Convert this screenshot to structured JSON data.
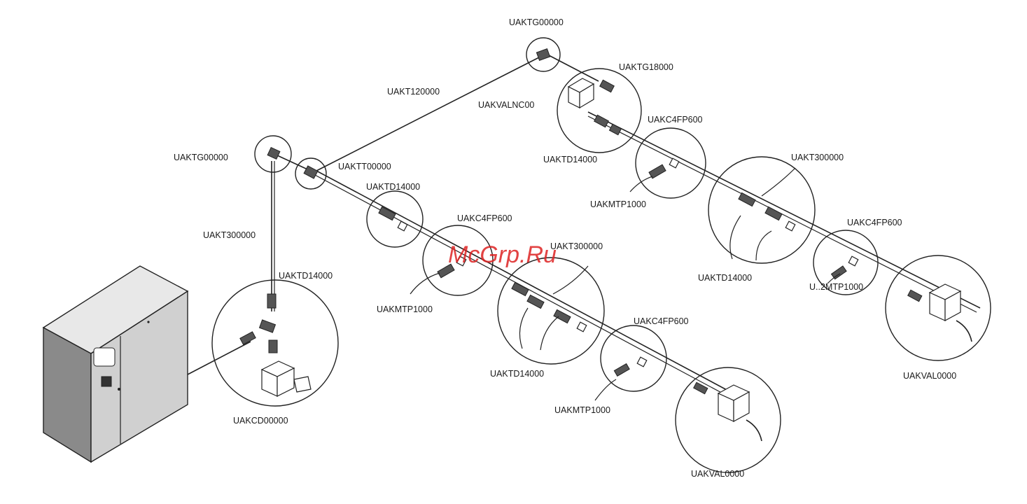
{
  "watermark": "McGrp.Ru",
  "labels": {
    "tg_top": "UAKTG00000",
    "tg_left": "UAKTG00000",
    "tg18": "UAKTG18000",
    "t120": "UAKT120000",
    "valnc": "UAKVALNC00",
    "tt": "UAKTT00000",
    "td_upper_branch": "UAKTD14000",
    "c4_upper_1": "UAKC4FP600",
    "mtp_upper_1": "UAKMTP1000",
    "t300_upper": "UAKT300000",
    "td_upper_pair": "UAKTD14000",
    "c4_upper_2": "UAKC4FP600",
    "mtp_upper_2": "U..2MTP1000",
    "val_upper": "UAKVAL0000",
    "t300_vertical": "UAKT300000",
    "td_vertical": "UAKTD14000",
    "cd": "UAKCD00000",
    "td_lower_branch": "UAKTD14000",
    "c4_lower_1": "UAKC4FP600",
    "mtp_lower_1": "UAKMTP1000",
    "t300_lower": "UAKT300000",
    "td_lower_pair": "UAKTD14000",
    "c4_lower_2": "UAKC4FP600",
    "mtp_lower_2": "UAKMTP1000",
    "val_lower": "UAKVAL0000"
  }
}
